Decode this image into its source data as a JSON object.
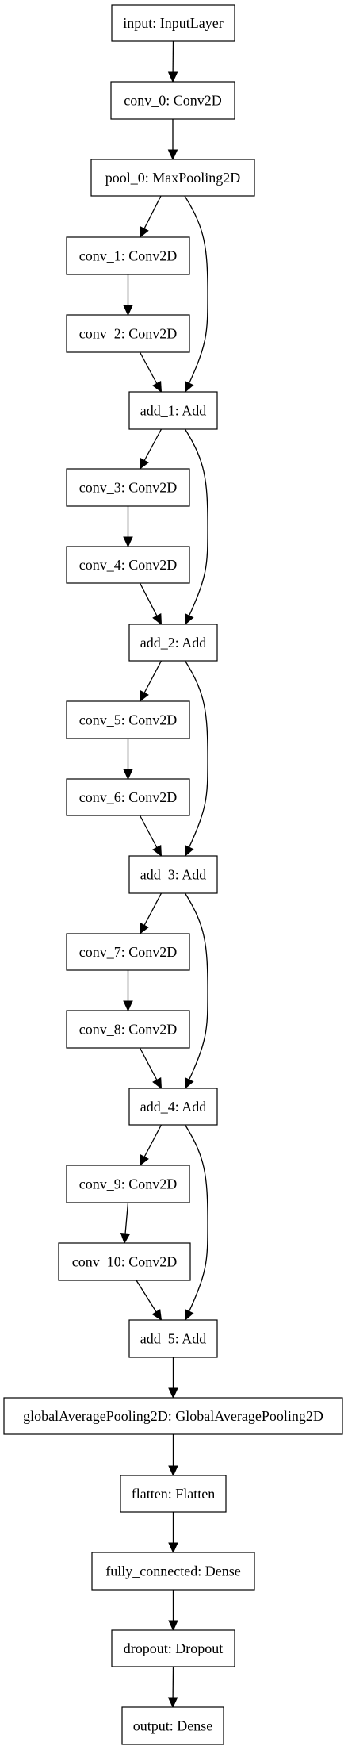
{
  "nodes": [
    {
      "id": "input",
      "label": "input: InputLayer"
    },
    {
      "id": "conv_0",
      "label": "conv_0: Conv2D"
    },
    {
      "id": "pool_0",
      "label": "pool_0: MaxPooling2D"
    },
    {
      "id": "conv_1",
      "label": "conv_1: Conv2D"
    },
    {
      "id": "conv_2",
      "label": "conv_2: Conv2D"
    },
    {
      "id": "add_1",
      "label": "add_1: Add"
    },
    {
      "id": "conv_3",
      "label": "conv_3: Conv2D"
    },
    {
      "id": "conv_4",
      "label": "conv_4: Conv2D"
    },
    {
      "id": "add_2",
      "label": "add_2: Add"
    },
    {
      "id": "conv_5",
      "label": "conv_5: Conv2D"
    },
    {
      "id": "conv_6",
      "label": "conv_6: Conv2D"
    },
    {
      "id": "add_3",
      "label": "add_3: Add"
    },
    {
      "id": "conv_7",
      "label": "conv_7: Conv2D"
    },
    {
      "id": "conv_8",
      "label": "conv_8: Conv2D"
    },
    {
      "id": "add_4",
      "label": "add_4: Add"
    },
    {
      "id": "conv_9",
      "label": "conv_9: Conv2D"
    },
    {
      "id": "conv_10",
      "label": "conv_10: Conv2D"
    },
    {
      "id": "add_5",
      "label": "add_5: Add"
    },
    {
      "id": "gap",
      "label": "globalAveragePooling2D: GlobalAveragePooling2D"
    },
    {
      "id": "flatten",
      "label": "flatten: Flatten"
    },
    {
      "id": "fully_connected",
      "label": "fully_connected: Dense"
    },
    {
      "id": "dropout",
      "label": "dropout: Dropout"
    },
    {
      "id": "output",
      "label": "output: Dense"
    }
  ],
  "edges": [
    [
      "input",
      "conv_0"
    ],
    [
      "conv_0",
      "pool_0"
    ],
    [
      "pool_0",
      "conv_1"
    ],
    [
      "conv_1",
      "conv_2"
    ],
    [
      "conv_2",
      "add_1"
    ],
    [
      "pool_0",
      "add_1"
    ],
    [
      "add_1",
      "conv_3"
    ],
    [
      "conv_3",
      "conv_4"
    ],
    [
      "conv_4",
      "add_2"
    ],
    [
      "add_1",
      "add_2"
    ],
    [
      "add_2",
      "conv_5"
    ],
    [
      "conv_5",
      "conv_6"
    ],
    [
      "conv_6",
      "add_3"
    ],
    [
      "add_2",
      "add_3"
    ],
    [
      "add_3",
      "conv_7"
    ],
    [
      "conv_7",
      "conv_8"
    ],
    [
      "conv_8",
      "add_4"
    ],
    [
      "add_3",
      "add_4"
    ],
    [
      "add_4",
      "conv_9"
    ],
    [
      "conv_9",
      "conv_10"
    ],
    [
      "conv_10",
      "add_5"
    ],
    [
      "add_4",
      "add_5"
    ],
    [
      "add_5",
      "gap"
    ],
    [
      "gap",
      "flatten"
    ],
    [
      "flatten",
      "fully_connected"
    ],
    [
      "fully_connected",
      "dropout"
    ],
    [
      "dropout",
      "output"
    ]
  ]
}
